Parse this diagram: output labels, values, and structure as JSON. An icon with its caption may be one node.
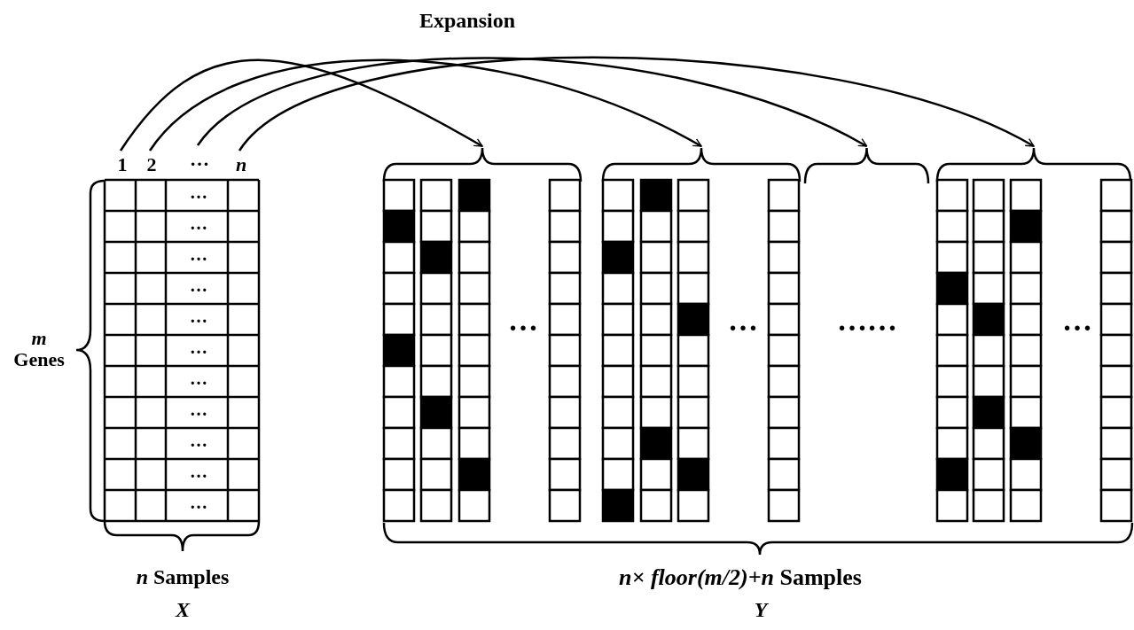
{
  "diagram": {
    "title": "Expansion",
    "nodes": [
      {
        "text": [
          "1"
        ]
      },
      {
        "text": [
          "2"
        ]
      },
      {
        "text": [
          "…"
        ]
      },
      {
        "text": [
          "n"
        ]
      },
      {
        "text": [],
        "shape": "box"
      },
      {
        "text": [],
        "shape": "box"
      },
      {
        "text": [],
        "shape": "box"
      },
      {
        "text": [],
        "shape": "box"
      }
    ],
    "edges": [
      {
        "from": 0,
        "to": 4,
        "arrow": "to"
      },
      {
        "from": 1,
        "to": 5,
        "arrow": "to"
      },
      {
        "from": 2,
        "to": 6,
        "arrow": "to"
      },
      {
        "from": 3,
        "to": 7,
        "arrow": "to"
      }
    ],
    "labels": [
      "*m* Genes",
      "…",
      "…",
      "…",
      "…",
      "…",
      "…",
      "…",
      "…",
      "…",
      "…",
      "…",
      "…",
      "…",
      "……",
      "…",
      "*n* Samples",
      "X",
      "*n× floor(m/2)+n* Samples",
      "Y"
    ]
  }
}
